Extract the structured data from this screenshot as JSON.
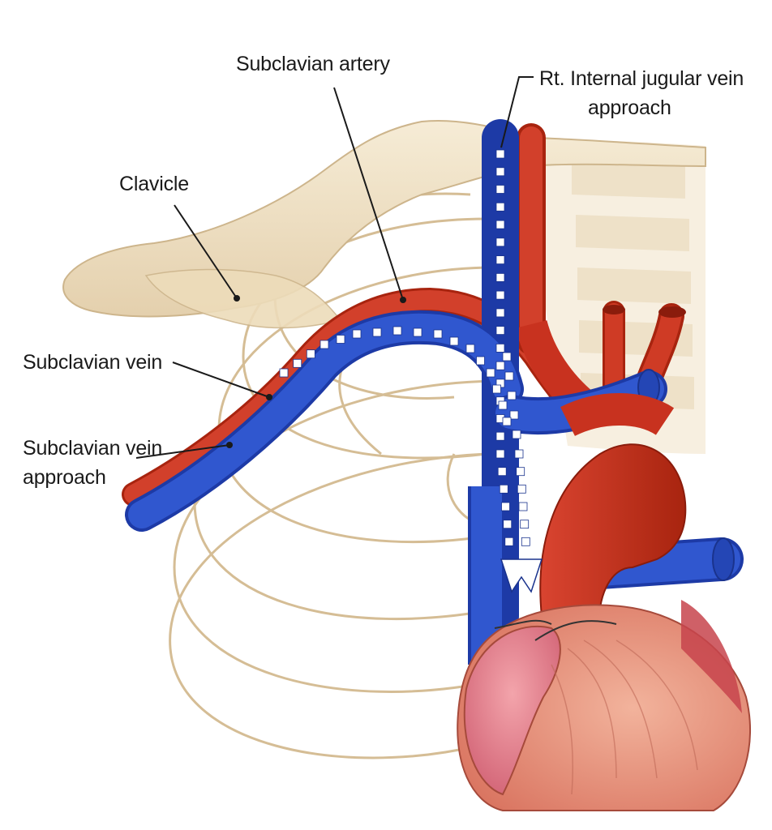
{
  "labels": {
    "subclavian_artery": "Subclavian artery",
    "ij_line1": "Rt. Internal jugular vein",
    "ij_line2": "approach",
    "clavicle": "Clavicle",
    "subclavian_vein": "Subclavian vein",
    "sv_approach_line1": "Subclavian vein",
    "sv_approach_line2": "approach"
  },
  "colors": {
    "artery": "#c8321f",
    "vein": "#2a4fc0",
    "bone": "#efe2c8",
    "rib": "#d9c3a0",
    "heart": "#e8907a"
  }
}
